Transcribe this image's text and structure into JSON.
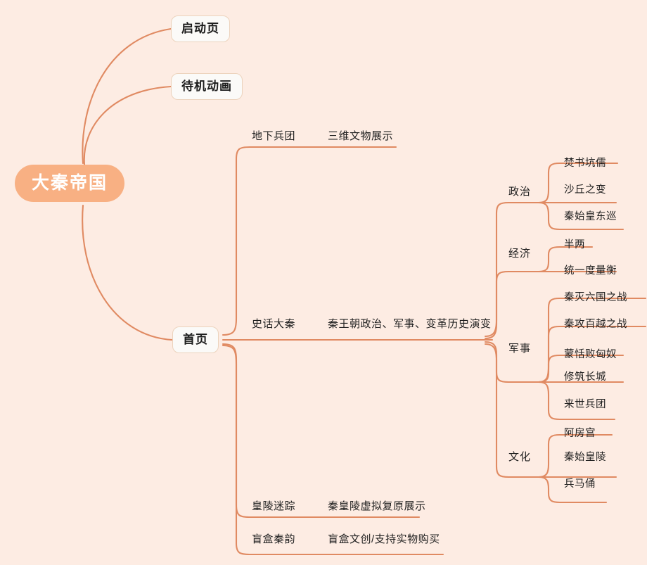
{
  "app": {
    "title": "大秦帝国",
    "type": "mind-map",
    "background_color": "#fdece3",
    "accent_color": "#f8b083",
    "link_color": "#e08a62",
    "root_text_color": "#ffffff",
    "box_border_color": "#ecd3bd",
    "box_fill_color": "#fbfaf8"
  },
  "root": {
    "label": "大秦帝国"
  },
  "branches": {
    "qidongye": {
      "label": "启动页"
    },
    "daijidonghua": {
      "label": "待机动画"
    },
    "shouye": {
      "label": "首页"
    }
  },
  "shouye_children": {
    "dixia": {
      "label": "地下兵团",
      "desc": "三维文物展示"
    },
    "shihua": {
      "label": "史话大秦",
      "desc": "秦王朝政治、军事、变革历史演变"
    },
    "huangling": {
      "label": "皇陵迷踪",
      "desc": "秦皇陵虚拟复原展示"
    },
    "manghe": {
      "label": "盲盒秦韵",
      "desc": "盲盒文创/支持实物购买"
    }
  },
  "categories": [
    {
      "label": "政治",
      "items": [
        "焚书坑儒",
        "沙丘之变",
        "秦始皇东巡"
      ]
    },
    {
      "label": "经济",
      "items": [
        "半两",
        "统一度量衡"
      ]
    },
    {
      "label": "军事",
      "items": [
        "秦灭六国之战",
        "秦攻百越之战",
        "蒙恬败匈奴",
        "修筑长城",
        "来世兵团"
      ]
    },
    {
      "label": "文化",
      "items": [
        "阿房宫",
        "秦始皇陵",
        "兵马俑"
      ]
    }
  ]
}
